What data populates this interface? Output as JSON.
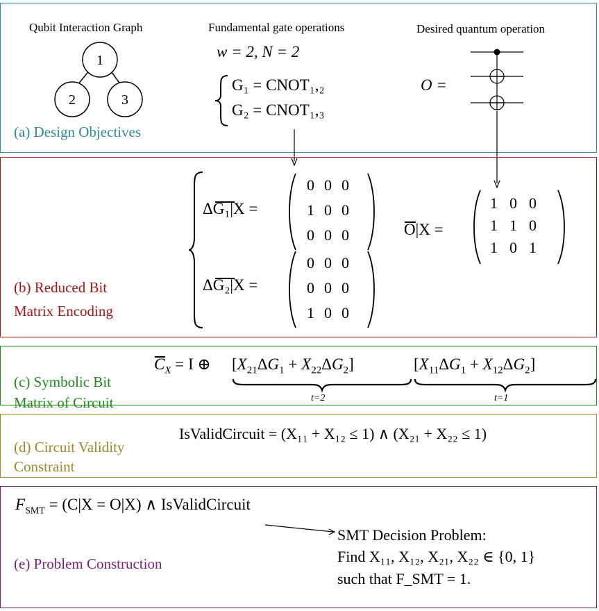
{
  "panels": {
    "a": {
      "label": "(a) Design Objectives",
      "color": "#2b8a9a"
    },
    "b": {
      "label_line1": "(b) Reduced Bit",
      "label_line2": "Matrix Encoding",
      "color": "#a01818"
    },
    "c": {
      "label_line1": "(c) Symbolic Bit",
      "label_line2": "Matrix of Circuit",
      "color": "#1e8a1e"
    },
    "d": {
      "label_line1": "(d) Circuit Validity",
      "label_line2": "Constraint",
      "color": "#a0882a"
    },
    "e": {
      "label": "(e) Problem Construction",
      "color": "#7a1f7a"
    }
  },
  "section_a": {
    "graph_title": "Qubit Interaction Graph",
    "nodes": [
      "1",
      "2",
      "3"
    ],
    "gates_title": "Fundamental gate operations",
    "params": "w = 2, N = 2",
    "g1": "G₁ = CNOT₁,₂",
    "g2": "G₂ = CNOT₁,₃",
    "desired_title": "Desired quantum operation",
    "o_label": "O ="
  },
  "section_b": {
    "dg1_label": "ΔG₁|X =",
    "dg2_label": "ΔG₂|X =",
    "o_label": "O|X =",
    "m1": [
      [
        "0",
        "0",
        "0"
      ],
      [
        "1",
        "0",
        "0"
      ],
      [
        "0",
        "0",
        "0"
      ]
    ],
    "m2": [
      [
        "0",
        "0",
        "0"
      ],
      [
        "0",
        "0",
        "0"
      ],
      [
        "1",
        "0",
        "0"
      ]
    ],
    "mo": [
      [
        "1",
        "0",
        "0"
      ],
      [
        "1",
        "1",
        "0"
      ],
      [
        "1",
        "0",
        "1"
      ]
    ]
  },
  "section_c": {
    "lhs": "C",
    "sub_x": "X",
    "eq_rest": " = I ⊕ ",
    "t2": "t=2",
    "t1": "t=1"
  },
  "section_d": {
    "formula": "IsValidCircuit = (X₁₁ + X₁₂ ≤ 1) ∧ (X₂₁ + X₂₂ ≤ 1)"
  },
  "section_e": {
    "formula_f": "F",
    "formula_sub": "SMT",
    "formula_rest": " = (C|X = O|X) ∧ IsValidCircuit",
    "decision_line1": "SMT Decision Problem:",
    "decision_line2": "Find X₁₁, X₁₂, X₂₁, X₂₂ ∈ {0, 1}",
    "decision_line3": "such that F_SMT  =  1."
  }
}
